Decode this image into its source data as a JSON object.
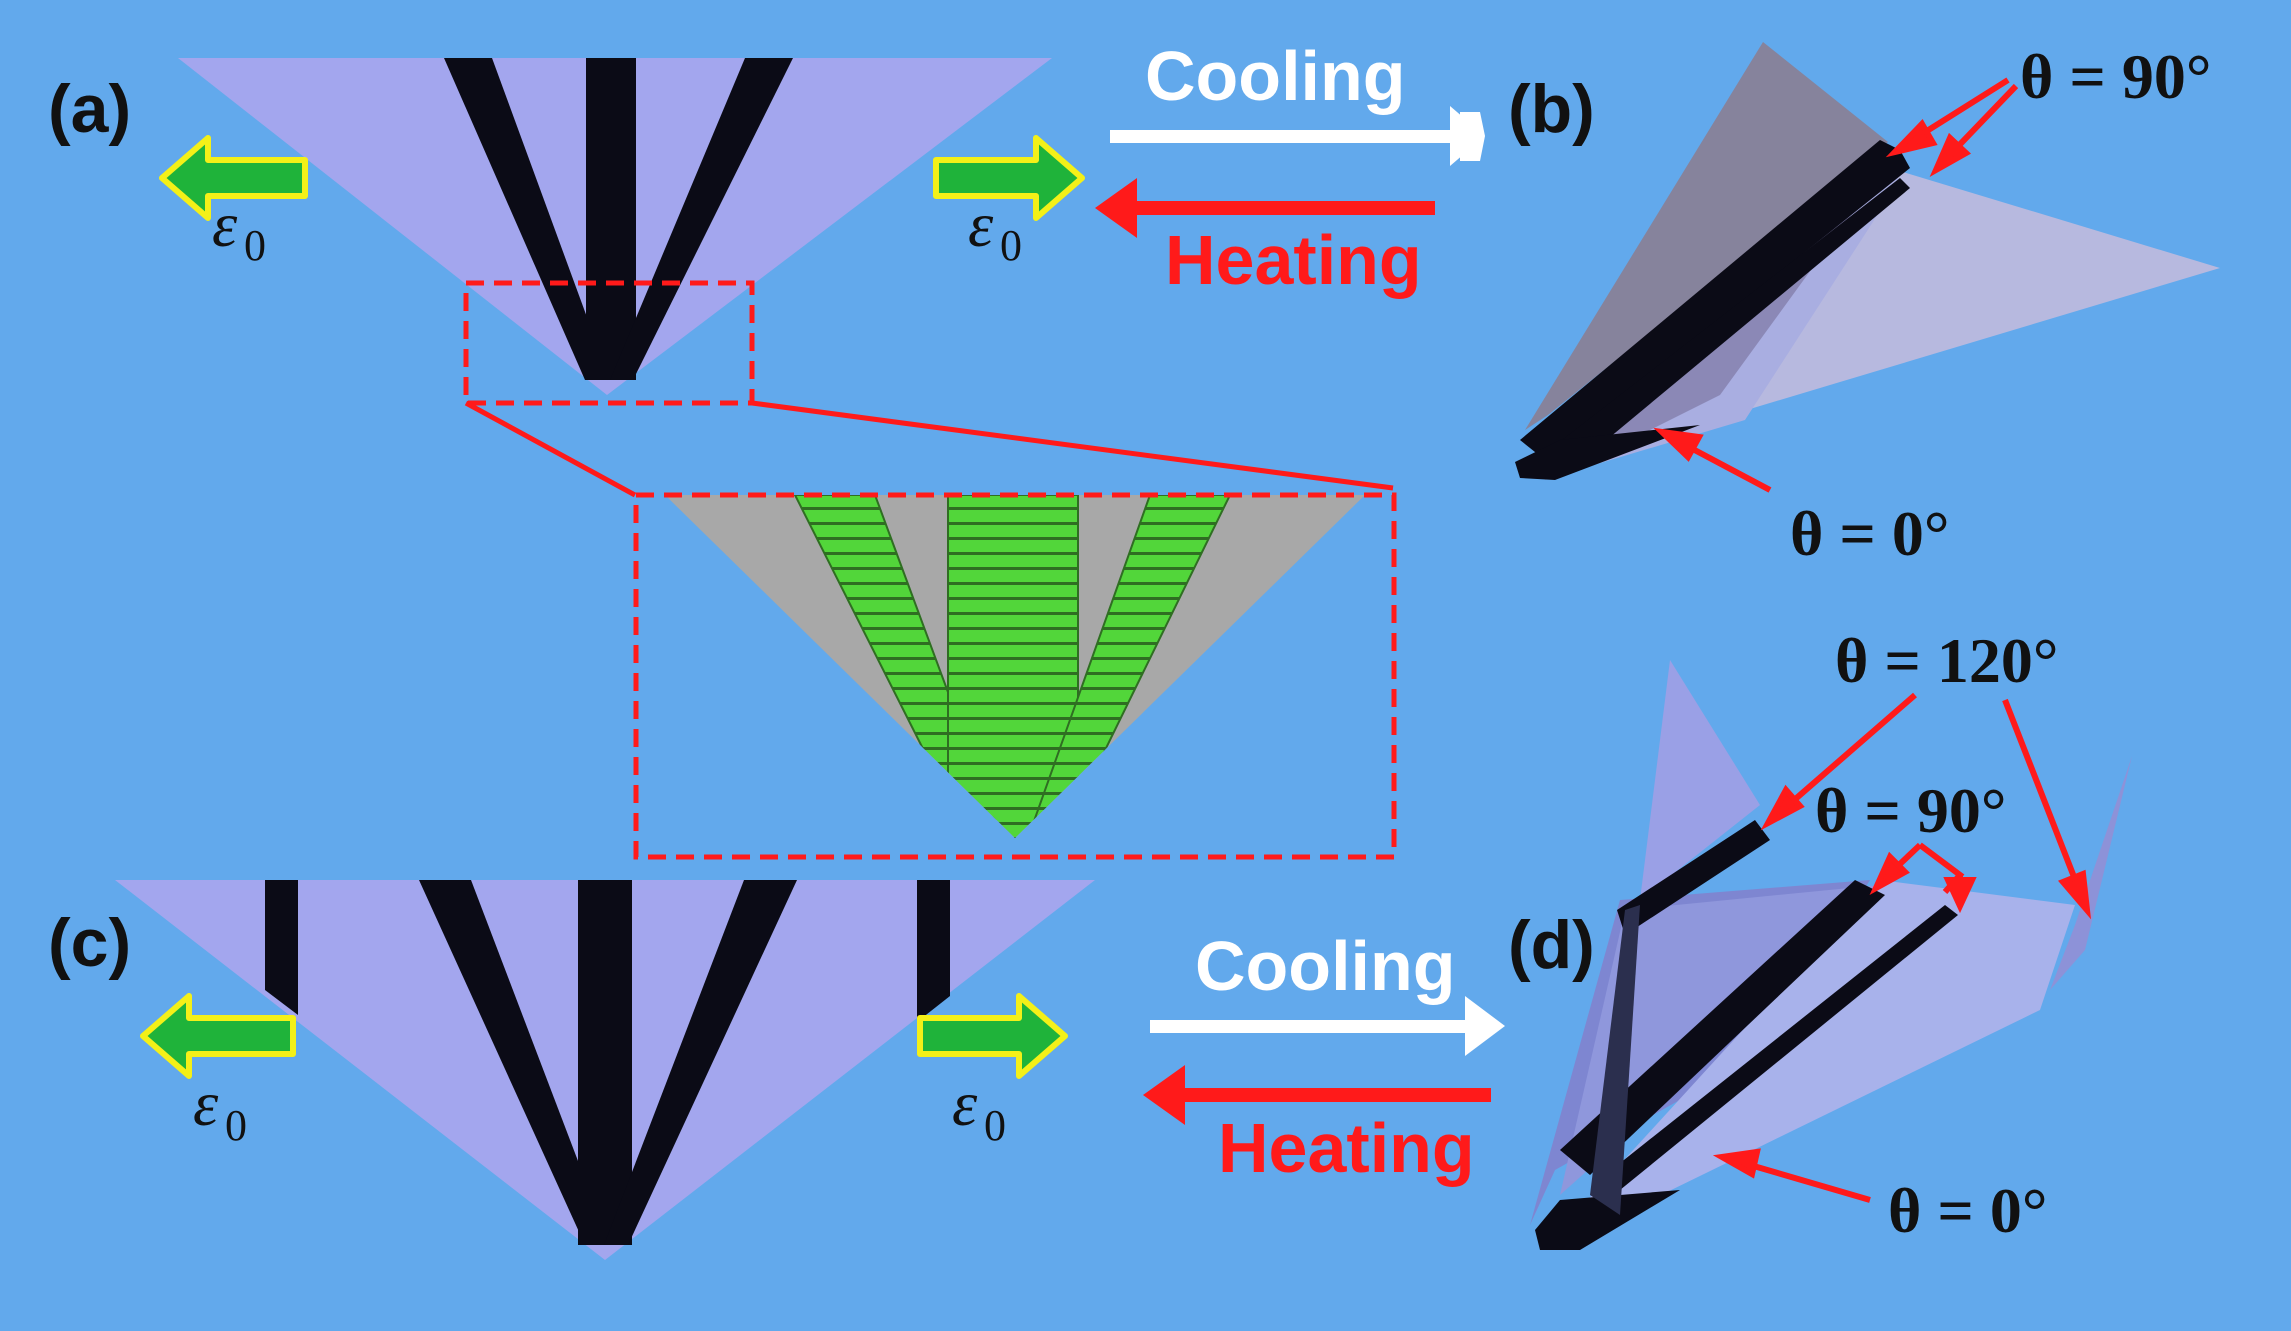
{
  "panels": {
    "a": "(a)",
    "b": "(b)",
    "c": "(c)",
    "d": "(d)"
  },
  "process": {
    "cooling": "Cooling",
    "heating": "Heating"
  },
  "strain": {
    "symbol": "ε",
    "subscript": "0"
  },
  "angles": {
    "b_top": "θ = 90°",
    "b_bottom": "θ = 0°",
    "d_top": "θ = 120°",
    "d_middle": "θ = 90°",
    "d_bottom": "θ = 0°"
  },
  "colors": {
    "background": "#62a9ec",
    "sheet": "#a3a6ee",
    "hinge": "#0b0b16",
    "arrow_green": "#1fb33a",
    "arrow_outline": "#f4f018",
    "cooling_arrow": "#ffffff",
    "heating_arrow": "#ff1a1a",
    "zoom_box": "#ff1a1a",
    "inset_gray": "#a8a8a8",
    "inset_green": "#52d63a"
  }
}
